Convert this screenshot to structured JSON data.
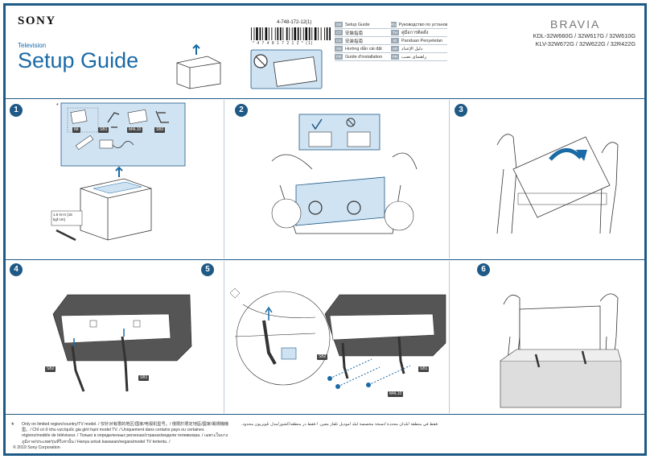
{
  "header": {
    "brand": "SONY",
    "product_type": "Television",
    "title": "Setup Guide",
    "series": "BRAVIA",
    "models_line1": "KDL-32W660G / 32W617G / 32W610G",
    "models_line2": "KLV-32W672G / 32W622G / 32R422G",
    "part_number": "4-748-172-12(1)",
    "barcode_text": "* 4 7 4 8 1 7 2 1 2 * (1)"
  },
  "languages": [
    {
      "code": "GB",
      "label": "Setup Guide"
    },
    {
      "code": "RU",
      "label": "Руководство по установке"
    },
    {
      "code": "CT",
      "label": "安裝指南"
    },
    {
      "code": "TH",
      "label": "คู่มือการติดตั้ง"
    },
    {
      "code": "CS",
      "label": "安装指南"
    },
    {
      "code": "ID",
      "label": "Panduan Penyetelan"
    },
    {
      "code": "VN",
      "label": "Hướng dẫn cài đặt"
    },
    {
      "code": "AR",
      "label": "دليل الإعداد"
    },
    {
      "code": "FR",
      "label": "Guide d'installation"
    },
    {
      "code": "PR",
      "label": "راهنمای نصب"
    }
  ],
  "steps": [
    "1",
    "2",
    "3",
    "4",
    "5",
    "6"
  ],
  "step1": {
    "star": "*",
    "parts": [
      "IM",
      "SB1",
      "M4L10",
      "SB2"
    ],
    "torque": "1.5 N·m {15 kgf·cm}"
  },
  "step4": {
    "labels": [
      "SB2",
      "SB1"
    ]
  },
  "step5": {
    "labels": [
      "SB2",
      "SB1",
      "M4L10"
    ]
  },
  "footer": {
    "star": "*",
    "text": "Only on limited region/country/TV model. / 仅针对有限的地区/国家/电视机型号。/ 僅限於限定地區/國家/電視機機型。/ Chỉ có ở khu vực/quốc gia giới hạn/ model TV. / Uniquement dans certains pays ou certaines régions/modèle de téléviseur. / Только в определенных регионах/странах/модели телевизора. / เฉพาะในบางภูมิภาค/ประเทศ/รุ่นทีวีเท่านั้น / Hanya untuk kawasan/negara/model TV tertentu. /",
    "text_ar": "فقط في منطقة /بلدان محددة /نسخة مخصصة لبلد /موديل تلفاز معين. / فقط در منطقه/کشور/مدل تلویزیون محدود.",
    "copyright": "© 2019 Sony Corporation"
  },
  "colors": {
    "accent": "#1f5a86",
    "title_blue": "#1a6aa6",
    "panel_blue": "#cfe3f3"
  }
}
